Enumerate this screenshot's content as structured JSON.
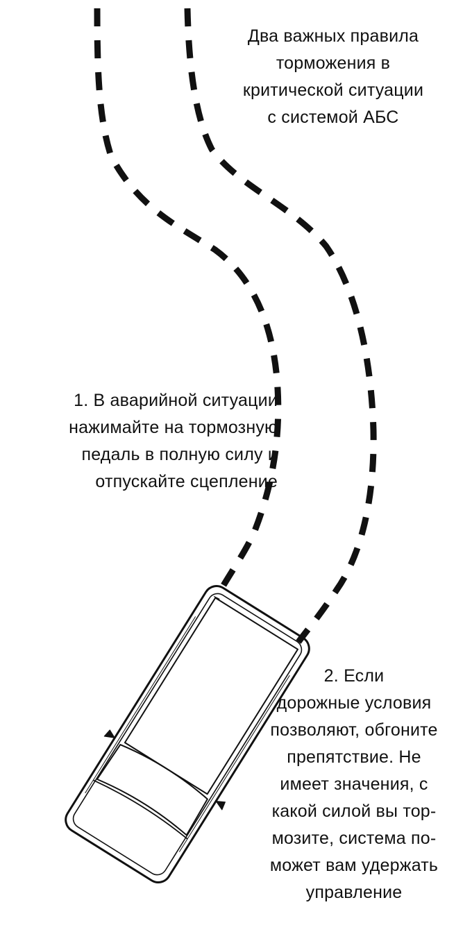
{
  "title": {
    "lines": [
      "Два важных правила",
      "торможения в",
      "критической ситуации",
      "с системой АБС"
    ]
  },
  "rule_one": {
    "lines": [
      "1. В аварийной ситуации",
      "нажимайте на тормозную",
      "педаль в полную силу и",
      "отпускайте сцепление"
    ]
  },
  "rule_two": {
    "lines": [
      "2. Если",
      "дорожные условия",
      "позволяют, обгоните",
      "препятствие. Не",
      "имеет значения, с",
      "какой силой вы тор-",
      "мозите, система по-",
      "может вам удержать",
      "управление"
    ]
  },
  "colors": {
    "ink": "#111111",
    "background": "#ffffff"
  }
}
